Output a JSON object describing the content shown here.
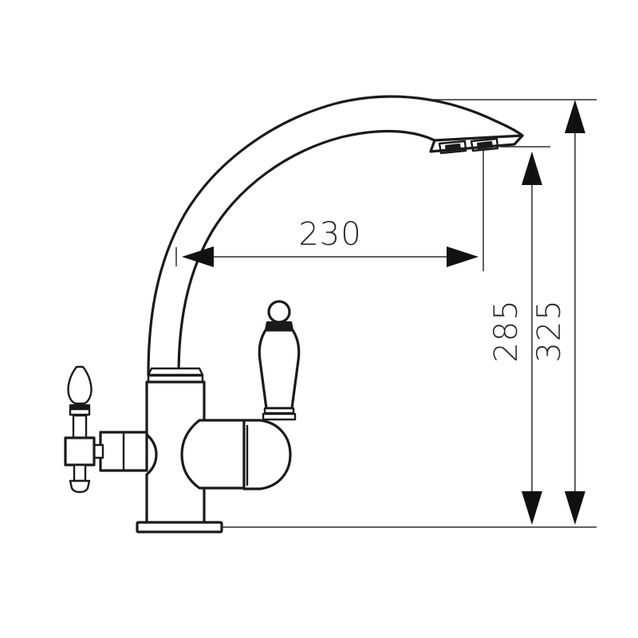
{
  "drawing": {
    "title": "Kitchen faucet technical dimension drawing",
    "units": "mm",
    "line_color": "#1a1a1a",
    "dimension_color": "#2b2b2b",
    "background_color": "#ffffff"
  },
  "dimensions": {
    "spout_reach": {
      "label": "230",
      "orientation": "horizontal",
      "description": "spout reach from body center to outlet"
    },
    "outlet_height": {
      "label": "285",
      "orientation": "vertical",
      "description": "height from base to spout outlet"
    },
    "overall_height": {
      "label": "325",
      "orientation": "vertical",
      "description": "overall height from base to top of arc"
    }
  },
  "parts": {
    "spout_arc": "curved-spout-arc",
    "spout_tip": "spout-outlet-tip",
    "aerator_slot_left": "aerator-slot-left",
    "aerator_slot_right": "aerator-slot-right",
    "body": "faucet-body-cylinder",
    "base_plate": "escutcheon-base-plate",
    "left_handle": "filtered-water-lever-handle",
    "right_handle": "mixer-lever-handle",
    "valve_housing": "valve-cartridge-housing",
    "side_valve": "side-valve-body",
    "ground_line": "base-reference-line"
  }
}
